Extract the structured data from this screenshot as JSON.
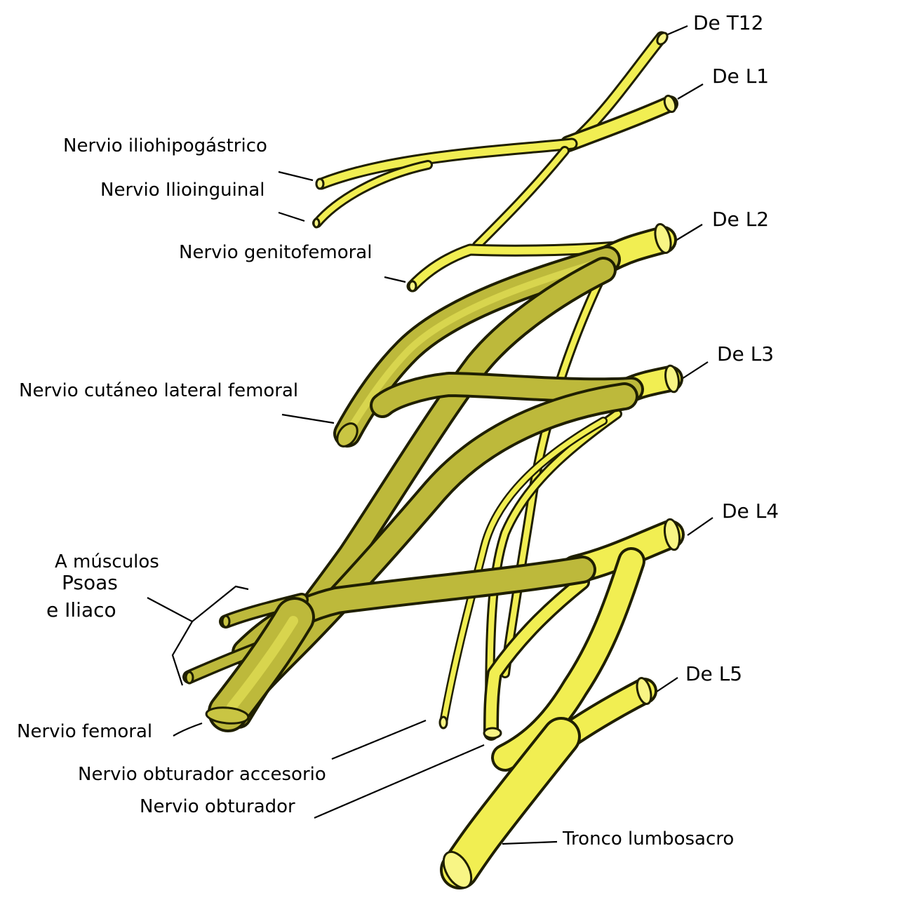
{
  "colors": {
    "nerve": "#f1ee52",
    "nerve_deep": "#bdb93b",
    "outline": "#1f1f00",
    "leader": "#000000"
  },
  "labels": {
    "t12": "De T12",
    "l1": "De L1",
    "l2": "De L2",
    "l3": "De L3",
    "l4": "De L4",
    "l5": "De L5",
    "iliohypogastric": "Nervio iliohipogástrico",
    "ilioinguinal": "Nervio Ilioinguinal",
    "genitofemoral": "Nervio genitofemoral",
    "lateral_cutaneous": "Nervio cutáneo lateral femoral",
    "muscles_line1": "A músculos",
    "muscles_line2": "Psoas",
    "muscles_line3": "e Iliaco",
    "femoral": "Nervio femoral",
    "accessory_obturator": "Nervio obturador accesorio",
    "obturator": "Nervio obturador",
    "lumbosacral_trunk": "Tronco lumbosacro"
  }
}
